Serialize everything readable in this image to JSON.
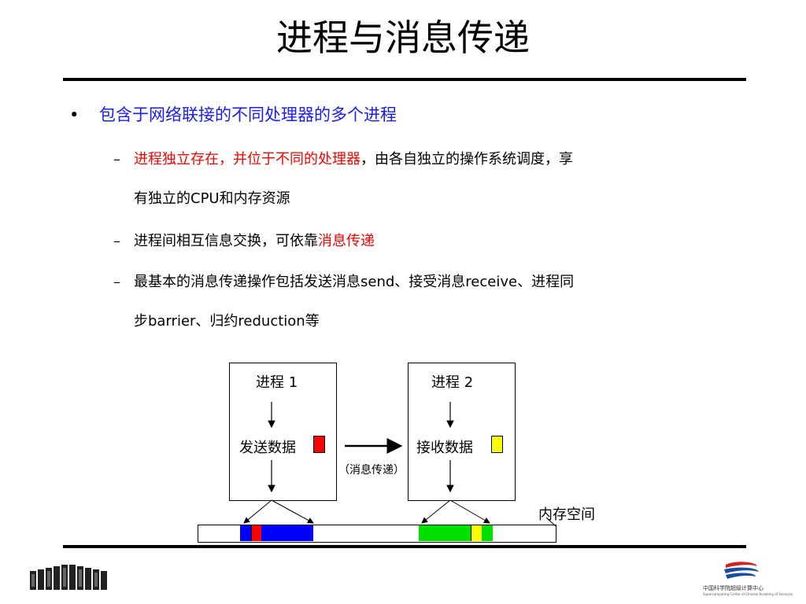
{
  "slide": {
    "title": "进程与消息传递",
    "bullet": {
      "marker": "•",
      "text": "包含于网络联接的不同处理器的多个进程"
    },
    "dash": "–",
    "sub1": {
      "red": "进程独立存在，并位于不同的处理器",
      "text1": "，由各自独立的操作系统调度，享",
      "text2a": "有独立的",
      "text2b": "CPU",
      "text2c": "和内存资源"
    },
    "sub2": {
      "text": "进程间相互信息交换，可依靠",
      "red": "消息传递"
    },
    "sub3": {
      "line1a": "最基本的消息传递操作包括发送消息",
      "line1b": "send",
      "line1c": "、接受消息",
      "line1d": "receive",
      "line1e": "、进程同",
      "line2a": "步",
      "line2b": "barrier",
      "line2c": "、归约",
      "line2d": "reduction",
      "line2e": "等"
    }
  },
  "diagram": {
    "process1_title": "进程 1",
    "process1_action": "发送数据",
    "process2_title": "进程 2",
    "process2_action": "接收数据",
    "message_label": "（消息传递）",
    "memory_label": "内存空间",
    "colors": {
      "red": "#ff0000",
      "blue": "#0000ff",
      "green": "#00e000",
      "yellow": "#ffff00"
    }
  },
  "footer": {
    "org_cn": "中国科学院超级计算中心",
    "org_en": "Supercomputing Center of Chinese Academy of Sciences"
  }
}
